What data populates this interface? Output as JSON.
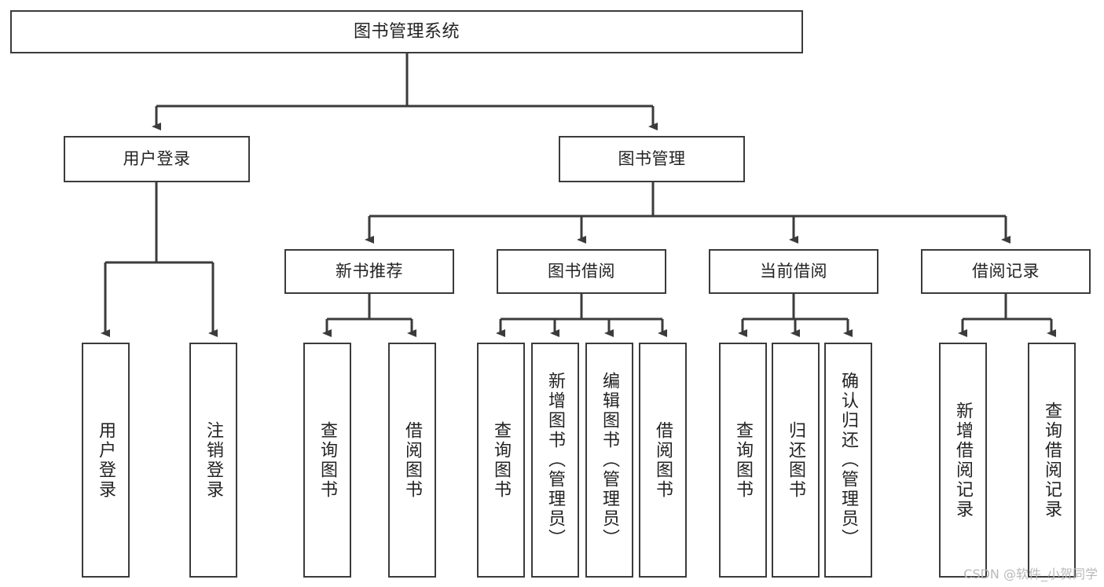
{
  "diagram": {
    "title": "图书管理系统",
    "watermark": "CSDN @软件_小贺同学",
    "colors": {
      "box_border": "#3b3b3b",
      "box_fill": "#ffffff",
      "edge": "#3b3b3b",
      "text": "#232323",
      "watermark": "#b9b9b9",
      "background": "#ffffff"
    },
    "root": {
      "label": "图书管理系统"
    },
    "level2": [
      {
        "label": "用户登录"
      },
      {
        "label": "图书管理"
      }
    ],
    "level3": [
      {
        "label": "新书推荐"
      },
      {
        "label": "图书借阅"
      },
      {
        "label": "当前借阅"
      },
      {
        "label": "借阅记录"
      }
    ],
    "leaves": {
      "user_login": [
        {
          "label": "用户登录"
        },
        {
          "label": "注销登录"
        }
      ],
      "new_book": [
        {
          "label": "查询图书"
        },
        {
          "label": "借阅图书"
        }
      ],
      "borrow": [
        {
          "label": "查询图书"
        },
        {
          "label": "新增图书（管理员）"
        },
        {
          "label": "编辑图书（管理员）"
        },
        {
          "label": "借阅图书"
        }
      ],
      "current": [
        {
          "label": "查询图书"
        },
        {
          "label": "归还图书"
        },
        {
          "label": "确认归还（管理员）"
        }
      ],
      "records": [
        {
          "label": "新增借阅记录"
        },
        {
          "label": "查询借阅记录"
        }
      ]
    }
  }
}
